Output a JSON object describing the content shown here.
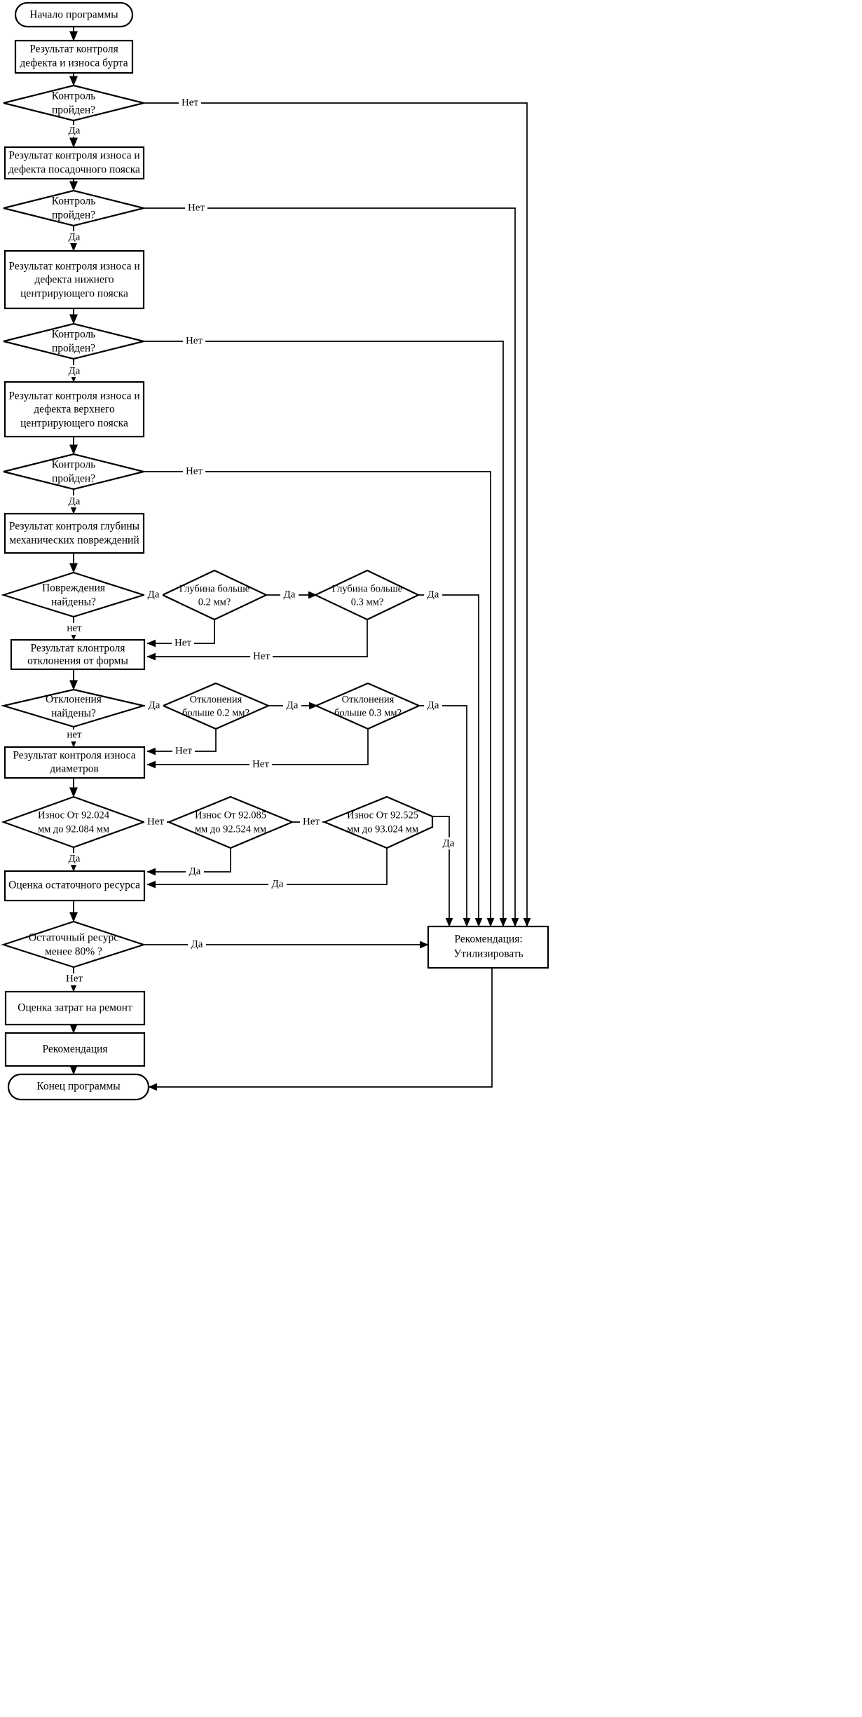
{
  "chart_data": {
    "type": "diagram",
    "title": "Блок-схема алгоритма контроля и оценки состояния детали",
    "language": "ru",
    "orientation": "top-to-bottom",
    "nodes": [
      {
        "id": "start",
        "shape": "terminator",
        "lines": [
          "Начало программы"
        ]
      },
      {
        "id": "p1",
        "shape": "process",
        "lines": [
          "Результат контроля",
          "дефекта и износа бурта"
        ]
      },
      {
        "id": "d1",
        "shape": "decision",
        "lines": [
          "Контроль",
          "пройден?"
        ]
      },
      {
        "id": "p2",
        "shape": "process",
        "lines": [
          "Результат контроля износа и",
          "дефекта посадочного пояска"
        ]
      },
      {
        "id": "d2",
        "shape": "decision",
        "lines": [
          "Контроль",
          "пройден?"
        ]
      },
      {
        "id": "p3",
        "shape": "process",
        "lines": [
          "Результат контроля износа и",
          "дефекта нижнего",
          "центрирующего пояска"
        ]
      },
      {
        "id": "d3",
        "shape": "decision",
        "lines": [
          "Контроль",
          "пройден?"
        ]
      },
      {
        "id": "p4",
        "shape": "process",
        "lines": [
          "Результат контроля износа и",
          "дефекта верхнего",
          "центрирующего пояска"
        ]
      },
      {
        "id": "d4",
        "shape": "decision",
        "lines": [
          "Контроль",
          "пройден?"
        ]
      },
      {
        "id": "p5",
        "shape": "process",
        "lines": [
          "Результат контроля глубины",
          "механических повреждений"
        ]
      },
      {
        "id": "d5",
        "shape": "decision",
        "lines": [
          "Повреждения",
          "найдены?"
        ]
      },
      {
        "id": "d5a",
        "shape": "decision",
        "lines": [
          "Глубина больше",
          "0.2 мм?"
        ]
      },
      {
        "id": "d5b",
        "shape": "decision",
        "lines": [
          "Глубина больше",
          "0.3 мм?"
        ]
      },
      {
        "id": "p6",
        "shape": "process",
        "lines": [
          "Результат клонтроля",
          "отклонения от формы"
        ]
      },
      {
        "id": "d6",
        "shape": "decision",
        "lines": [
          "Отклонения",
          "найдены?"
        ]
      },
      {
        "id": "d6a",
        "shape": "decision",
        "lines": [
          "Отклонения",
          "больше 0.2 мм?"
        ]
      },
      {
        "id": "d6b",
        "shape": "decision",
        "lines": [
          "Отклонения",
          "больше 0.3 мм?"
        ]
      },
      {
        "id": "p7",
        "shape": "process",
        "lines": [
          "Результат контроля износа",
          "диаметров"
        ]
      },
      {
        "id": "d7",
        "shape": "decision",
        "lines": [
          "Износ От 92.024",
          "мм до 92.084 мм"
        ]
      },
      {
        "id": "d7a",
        "shape": "decision",
        "lines": [
          "Износ От 92.085",
          "мм до 92.524 мм"
        ]
      },
      {
        "id": "d7b",
        "shape": "decision",
        "lines": [
          "Износ От 92.525",
          "мм до 93.024 мм"
        ]
      },
      {
        "id": "p8",
        "shape": "process",
        "lines": [
          "Оценка остаточного ресурса"
        ]
      },
      {
        "id": "d8",
        "shape": "decision",
        "lines": [
          "Остаточный ресурс",
          "менее 80% ?"
        ]
      },
      {
        "id": "p9",
        "shape": "process",
        "lines": [
          "Оценка затрат на ремонт"
        ]
      },
      {
        "id": "p10",
        "shape": "process",
        "lines": [
          "Рекомендация"
        ]
      },
      {
        "id": "utilize",
        "shape": "process",
        "lines": [
          "Рекомендация:",
          "Утилизировать"
        ]
      },
      {
        "id": "end",
        "shape": "terminator",
        "lines": [
          "Конец программы"
        ]
      }
    ],
    "edge_labels": {
      "yes": "Да",
      "no_cap": "Нет",
      "no_low": "нет"
    },
    "edges": [
      {
        "from": "start",
        "to": "p1",
        "label": ""
      },
      {
        "from": "p1",
        "to": "d1",
        "label": ""
      },
      {
        "from": "d1",
        "to": "p2",
        "label": "Да"
      },
      {
        "from": "d1",
        "to": "utilize",
        "label": "Нет"
      },
      {
        "from": "p2",
        "to": "d2",
        "label": ""
      },
      {
        "from": "d2",
        "to": "p3",
        "label": "Да"
      },
      {
        "from": "d2",
        "to": "utilize",
        "label": "Нет"
      },
      {
        "from": "p3",
        "to": "d3",
        "label": ""
      },
      {
        "from": "d3",
        "to": "p4",
        "label": "Да"
      },
      {
        "from": "d3",
        "to": "utilize",
        "label": "Нет"
      },
      {
        "from": "p4",
        "to": "d4",
        "label": ""
      },
      {
        "from": "d4",
        "to": "p5",
        "label": "Да"
      },
      {
        "from": "d4",
        "to": "utilize",
        "label": "Нет"
      },
      {
        "from": "p5",
        "to": "d5",
        "label": ""
      },
      {
        "from": "d5",
        "to": "d5a",
        "label": "Да"
      },
      {
        "from": "d5",
        "to": "p6",
        "label": "нет"
      },
      {
        "from": "d5a",
        "to": "d5b",
        "label": "Да"
      },
      {
        "from": "d5a",
        "to": "p6",
        "label": "Нет"
      },
      {
        "from": "d5b",
        "to": "utilize",
        "label": "Да"
      },
      {
        "from": "d5b",
        "to": "p6",
        "label": "Нет"
      },
      {
        "from": "p6",
        "to": "d6",
        "label": ""
      },
      {
        "from": "d6",
        "to": "d6a",
        "label": "Да"
      },
      {
        "from": "d6",
        "to": "p7",
        "label": "нет"
      },
      {
        "from": "d6a",
        "to": "d6b",
        "label": "Да"
      },
      {
        "from": "d6a",
        "to": "p7",
        "label": "Нет"
      },
      {
        "from": "d6b",
        "to": "utilize",
        "label": "Да"
      },
      {
        "from": "d6b",
        "to": "p7",
        "label": "Нет"
      },
      {
        "from": "p7",
        "to": "d7",
        "label": ""
      },
      {
        "from": "d7",
        "to": "p8",
        "label": "Да"
      },
      {
        "from": "d7",
        "to": "d7a",
        "label": "Нет"
      },
      {
        "from": "d7a",
        "to": "p8",
        "label": "Да"
      },
      {
        "from": "d7a",
        "to": "d7b",
        "label": "Нет"
      },
      {
        "from": "d7b",
        "to": "p8",
        "label": "Да"
      },
      {
        "from": "d7b",
        "to": "utilize",
        "label": "Да"
      },
      {
        "from": "p8",
        "to": "d8",
        "label": ""
      },
      {
        "from": "d8",
        "to": "utilize",
        "label": "Да"
      },
      {
        "from": "d8",
        "to": "p9",
        "label": "Нет"
      },
      {
        "from": "p9",
        "to": "p10",
        "label": ""
      },
      {
        "from": "p10",
        "to": "end",
        "label": ""
      },
      {
        "from": "utilize",
        "to": "end",
        "label": ""
      }
    ],
    "colors": {
      "stroke": "#000000",
      "fill": "#ffffff",
      "text": "#000000",
      "background": "#ffffff"
    }
  },
  "text": {
    "start": "Начало программы",
    "p1_l1": "Результат контроля",
    "p1_l2": "дефекта и износа бурта",
    "d1_l1": "Контроль",
    "d1_l2": "пройден?",
    "p2_l1": "Результат контроля износа и",
    "p2_l2": "дефекта посадочного пояска",
    "d2_l1": "Контроль",
    "d2_l2": "пройден?",
    "p3_l1": "Результат контроля износа и",
    "p3_l2": "дефекта нижнего",
    "p3_l3": "центрирующего пояска",
    "d3_l1": "Контроль",
    "d3_l2": "пройден?",
    "p4_l1": "Результат контроля износа и",
    "p4_l2": "дефекта верхнего",
    "p4_l3": "центрирующего пояска",
    "d4_l1": "Контроль",
    "d4_l2": "пройден?",
    "p5_l1": "Результат контроля глубины",
    "p5_l2": "механических повреждений",
    "d5_l1": "Повреждения",
    "d5_l2": "найдены?",
    "d5a_l1": "Глубина больше",
    "d5a_l2": "0.2 мм?",
    "d5b_l1": "Глубина больше",
    "d5b_l2": "0.3 мм?",
    "p6_l1": "Результат клонтроля",
    "p6_l2": "отклонения от формы",
    "d6_l1": "Отклонения",
    "d6_l2": "найдены?",
    "d6a_l1": "Отклонения",
    "d6a_l2": "больше 0.2 мм?",
    "d6b_l1": "Отклонения",
    "d6b_l2": "больше 0.3 мм?",
    "p7_l1": "Результат контроля износа",
    "p7_l2": "диаметров",
    "d7_l1": "Износ От 92.024",
    "d7_l2": "мм до 92.084 мм",
    "d7a_l1": "Износ От 92.085",
    "d7a_l2": "мм до 92.524 мм",
    "d7b_l1": "Износ От 92.525",
    "d7b_l2": "мм до 93.024 мм",
    "p8_l1": "Оценка остаточного ресурса",
    "d8_l1": "Остаточный ресурс",
    "d8_l2": "менее 80% ?",
    "p9_l1": "Оценка затрат на ремонт",
    "p10_l1": "Рекомендация",
    "util_l1": "Рекомендация:",
    "util_l2": "Утилизировать",
    "end": "Конец программы",
    "yes": "Да",
    "no_cap": "Нет",
    "no_low": "нет",
    "yes_1": "Да",
    "yes_2": "Да",
    "yes_3": "Да",
    "yes_4": "Да",
    "no_1": "Нет",
    "no_2": "Нет",
    "no_3": "Нет",
    "no_4": "Нет",
    "d5_yes": "Да",
    "d5a_yes": "Да",
    "d5b_yes": "Да",
    "d5_no": "нет",
    "d5a_no": "Нет",
    "d5b_no": "Нет",
    "d6_yes": "Да",
    "d6a_yes": "Да",
    "d6b_yes": "Да",
    "d6_no": "нет",
    "d6a_no": "Нет",
    "d6b_no": "Нет",
    "d7_yes": "Да",
    "d7a_yes": "Да",
    "d7b_yes": "Да",
    "d7b_yes2": "Да",
    "d7_no": "Нет",
    "d7a_no": "Нет",
    "d8_yes": "Да",
    "d8_no": "Нет"
  }
}
